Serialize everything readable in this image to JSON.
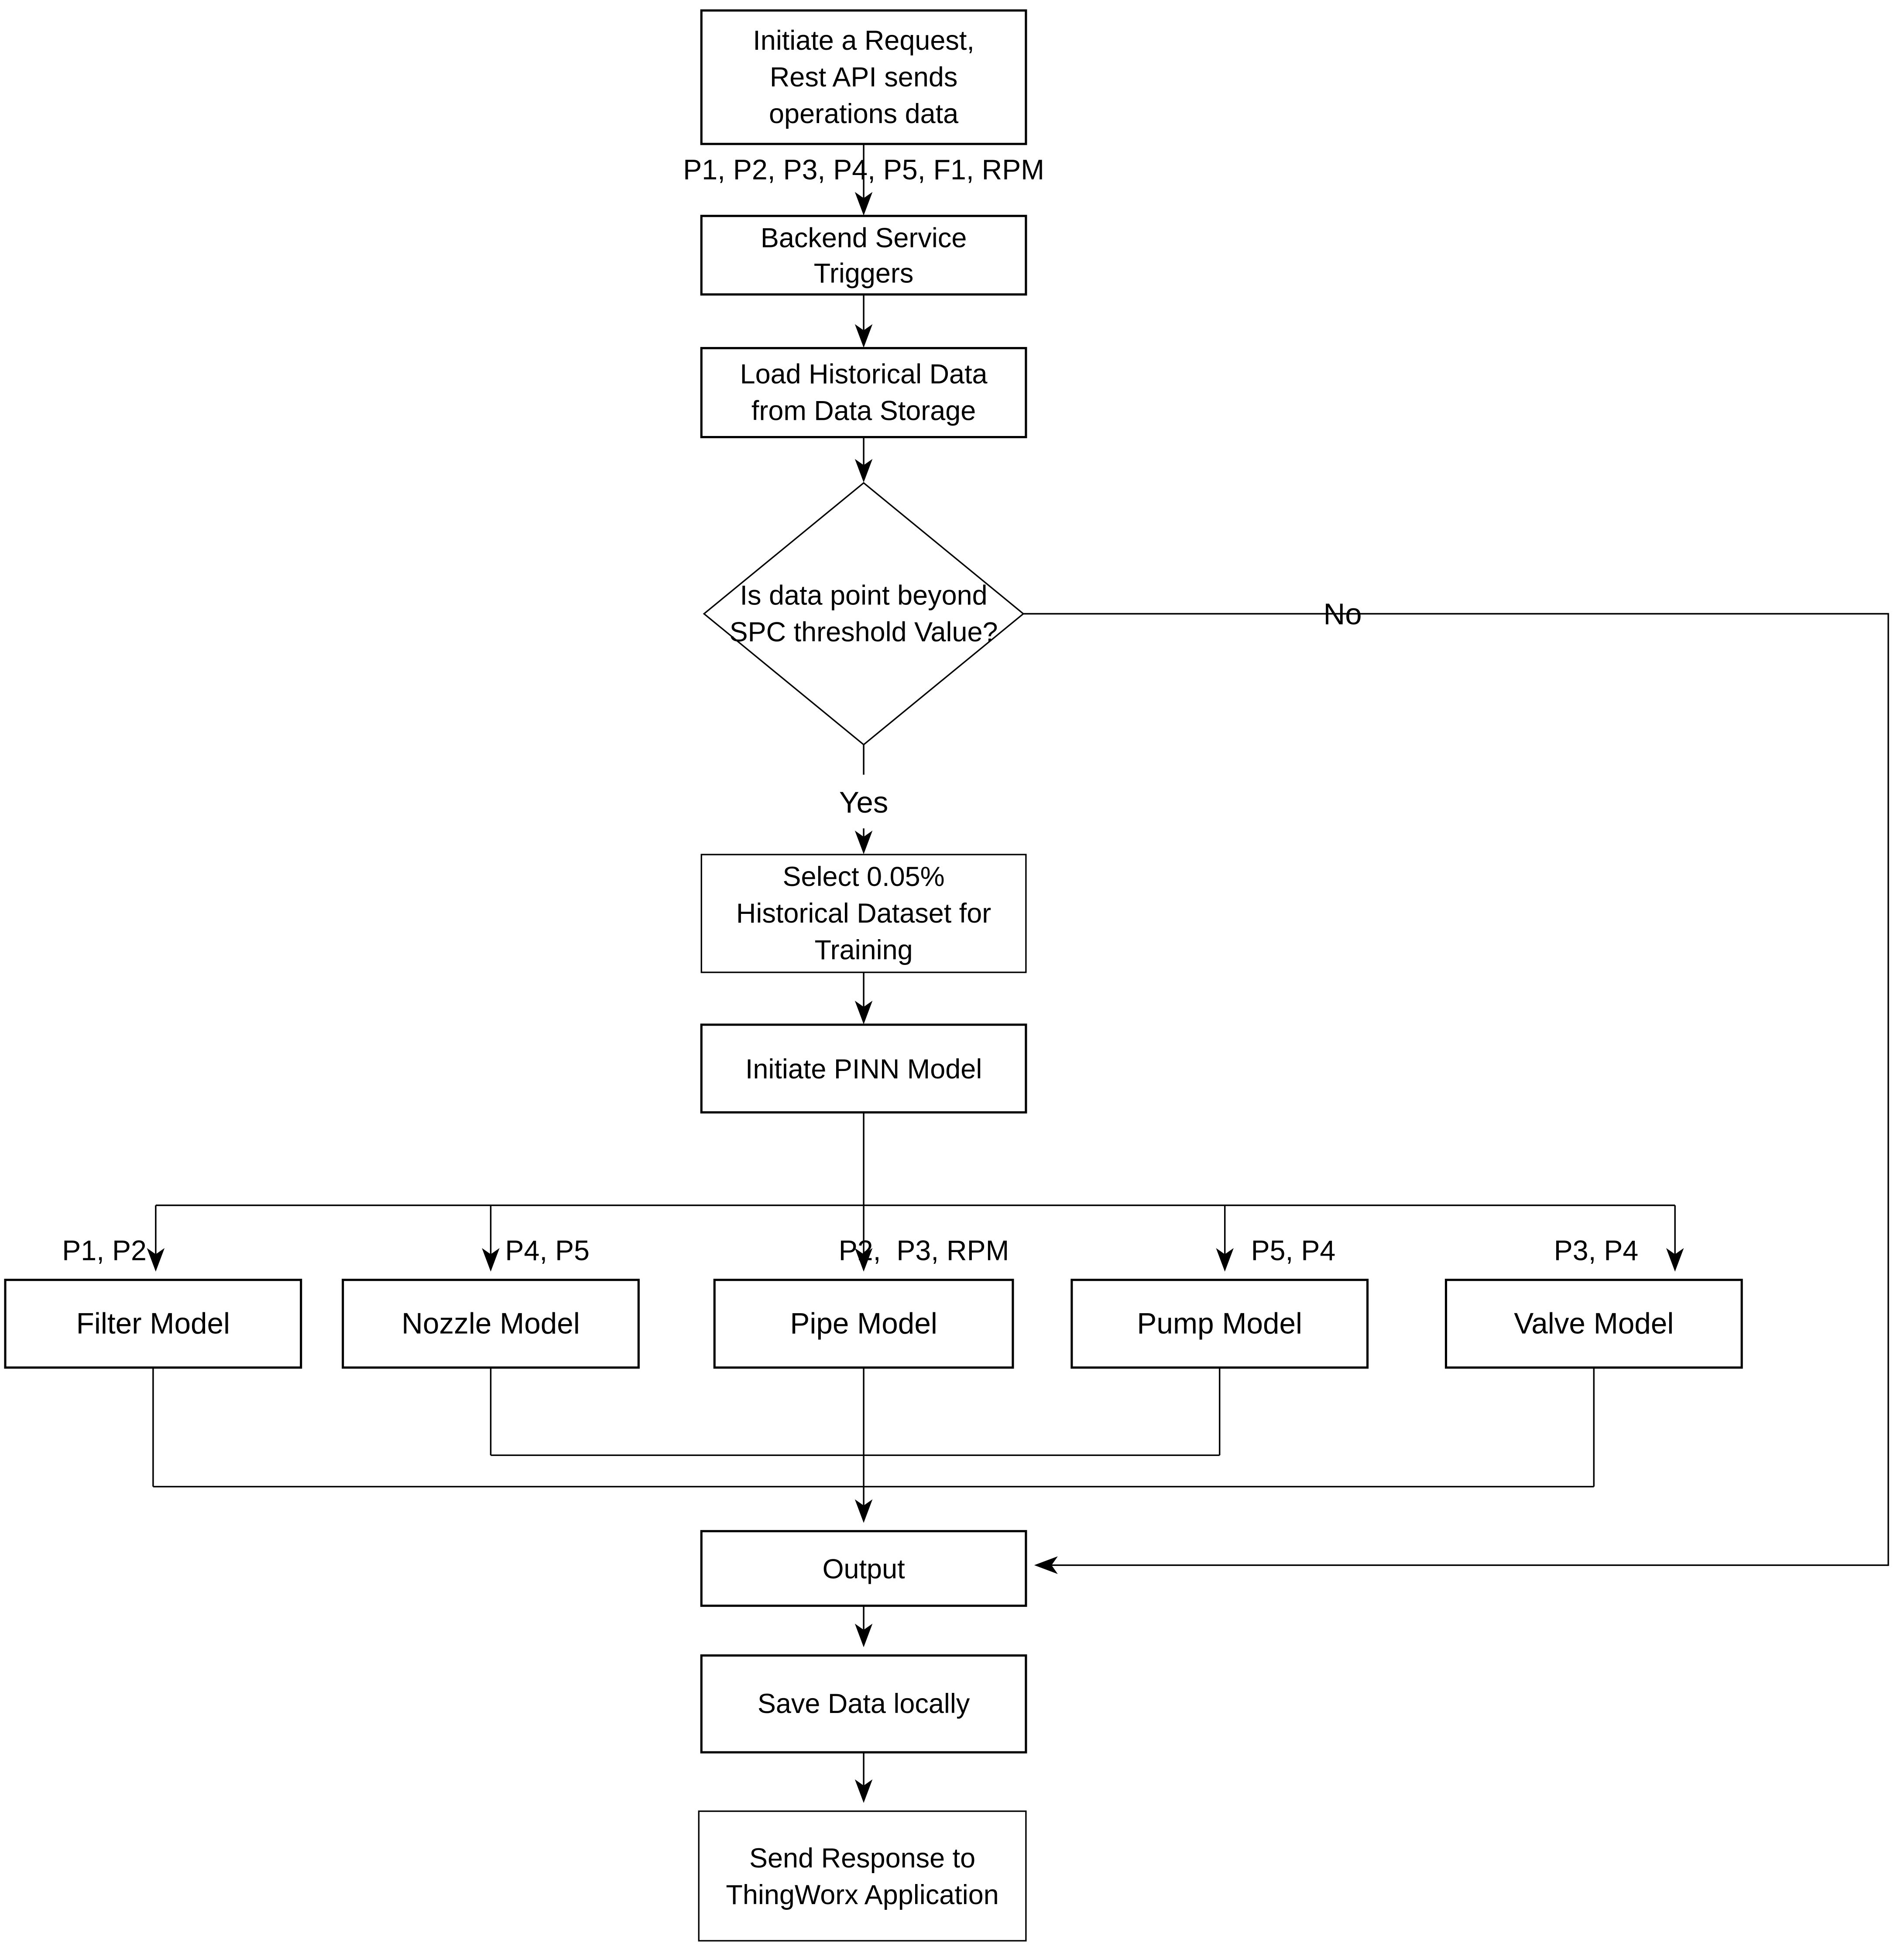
{
  "diagram": {
    "type": "flowchart",
    "colors": {
      "stroke": "#000000",
      "background": "#ffffff",
      "box_fill": "#ffffff"
    },
    "nodes": {
      "initiate_request": {
        "lines": [
          "Initiate a Request,",
          "Rest API sends",
          "operations data"
        ]
      },
      "backend_service": {
        "lines": [
          "Backend Service",
          "Triggers"
        ]
      },
      "load_historical": {
        "lines": [
          "Load Historical Data",
          "from Data Storage"
        ]
      },
      "spc_decision": {
        "lines": [
          "Is data point beyond",
          "SPC threshold Value?"
        ]
      },
      "select_dataset": {
        "lines": [
          "Select 0.05%",
          "Historical Dataset for",
          "Training"
        ]
      },
      "initiate_pinn": {
        "lines": [
          "Initiate PINN Model"
        ]
      },
      "filter_model": {
        "lines": [
          "Filter Model"
        ]
      },
      "nozzle_model": {
        "lines": [
          "Nozzle Model"
        ]
      },
      "pipe_model": {
        "lines": [
          "Pipe Model"
        ]
      },
      "pump_model": {
        "lines": [
          "Pump Model"
        ]
      },
      "valve_model": {
        "lines": [
          "Valve Model"
        ]
      },
      "output": {
        "lines": [
          "Output"
        ]
      },
      "save_data": {
        "lines": [
          "Save Data locally"
        ]
      },
      "send_response": {
        "lines": [
          "Send Response to",
          "ThingWorx Application"
        ]
      }
    },
    "edge_labels": {
      "operations_params": "P1, P2, P3, P4, P5, F1, RPM",
      "yes": "Yes",
      "no": "No",
      "filter_params": "P1, P2",
      "nozzle_params": "P4, P5",
      "pipe_params": "P2,  P3, RPM",
      "pump_params": "P5, P4",
      "valve_params": "P3, P4"
    }
  }
}
